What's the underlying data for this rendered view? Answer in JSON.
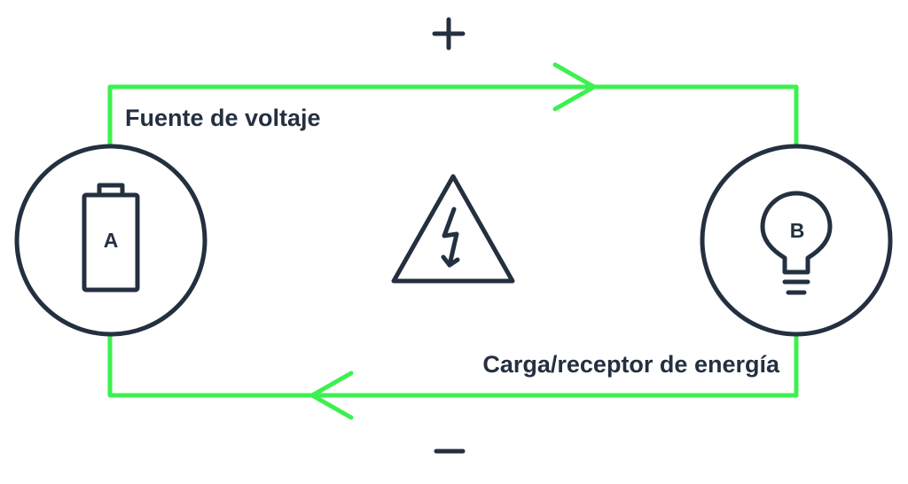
{
  "diagram": {
    "positive_sign": "+",
    "negative_sign": "−",
    "source_label": "Fuente de voltaje",
    "load_label": "Carga/receptor de energía",
    "battery_letter": "A",
    "bulb_letter": "B",
    "icons": {
      "source": "battery-icon",
      "load": "light-bulb-icon",
      "center": "high-voltage-warning-icon"
    },
    "colors": {
      "wire": "#3df04f",
      "ink": "#243040",
      "background": "#ffffff"
    }
  }
}
